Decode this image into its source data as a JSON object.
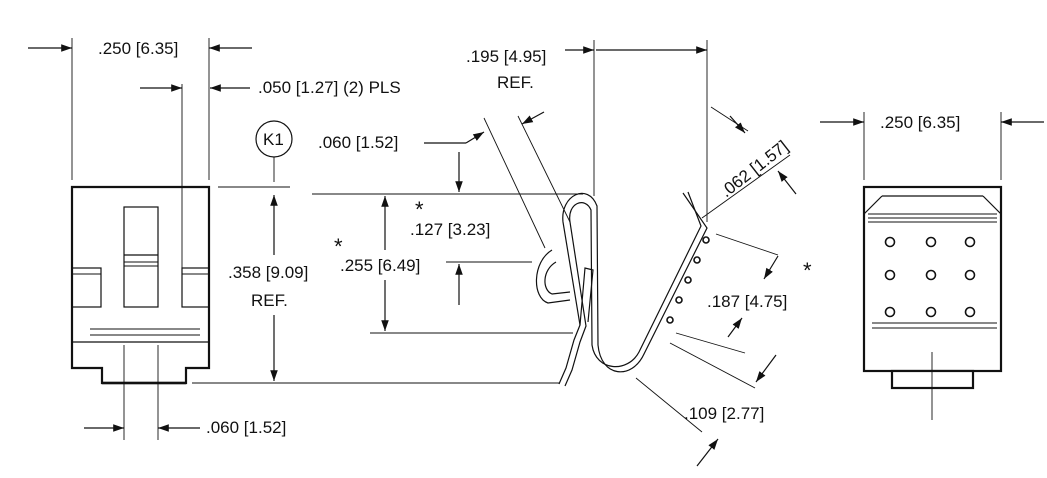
{
  "dimensions": {
    "width_left": ".250 [6.35]",
    "gap_pls": ".050 [1.27] (2) PLS",
    "k1_label": "K1",
    "height_ref": ".358 [9.09]",
    "ref_a": "REF.",
    "bottom_tab": ".060 [1.52]",
    "top_offset": ".195 [4.95]",
    "ref_b": "REF.",
    "tail_width": ".060 [1.52]",
    "star": "*",
    "drop_127": ".127 [3.23]",
    "height_255": ".255 [6.49]",
    "lead_062": ".062 [1.57]",
    "pitch_187": ".187 [4.75]",
    "foot_109": ".109 [2.77]",
    "width_right": ".250 [6.35]"
  }
}
